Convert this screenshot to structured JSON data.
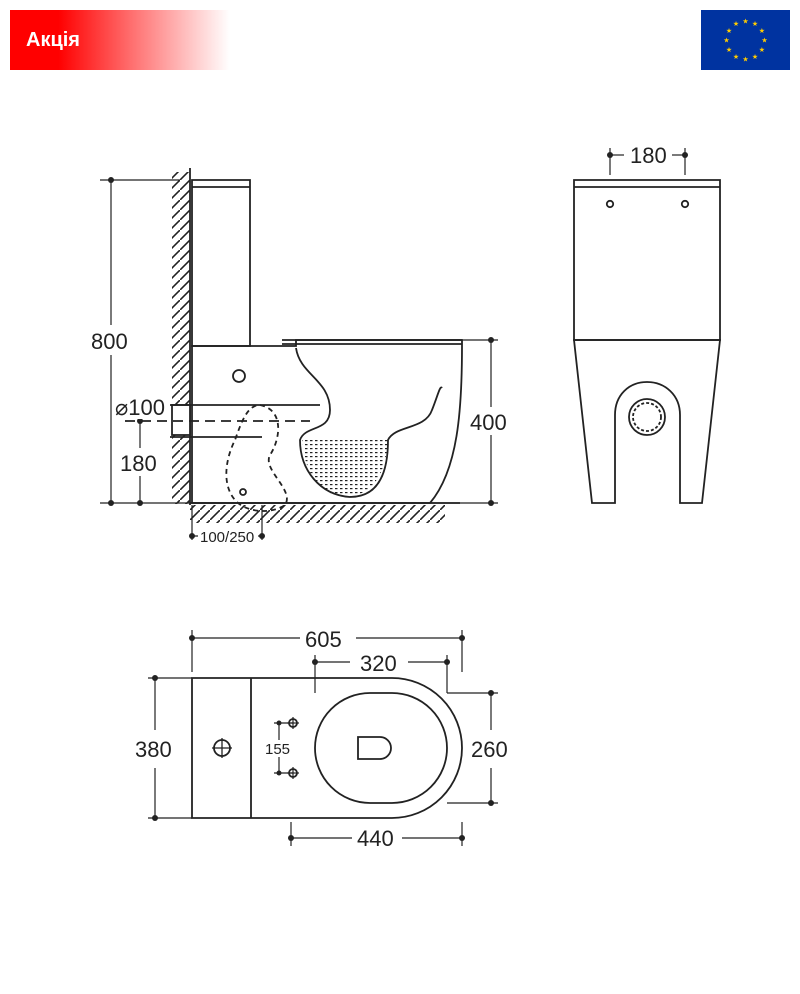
{
  "promo_badge": {
    "label": "Акція",
    "color": "#ff0000"
  },
  "flag_icon": {
    "name": "eu-flag-icon",
    "background": "#0033a0",
    "star_color": "#ffcc00"
  },
  "side_view": {
    "height_total": "800",
    "seat_height": "400",
    "outlet_diameter": "⌀100",
    "outlet_height": "180",
    "outlet_offset": "100/250"
  },
  "front_view": {
    "fixing_distance": "180"
  },
  "top_view": {
    "length_total": "605",
    "bowl_length": "320",
    "width": "380",
    "bowl_width": "260",
    "fixing_spacing": "155",
    "base_length": "440"
  },
  "line_color": "#222222"
}
